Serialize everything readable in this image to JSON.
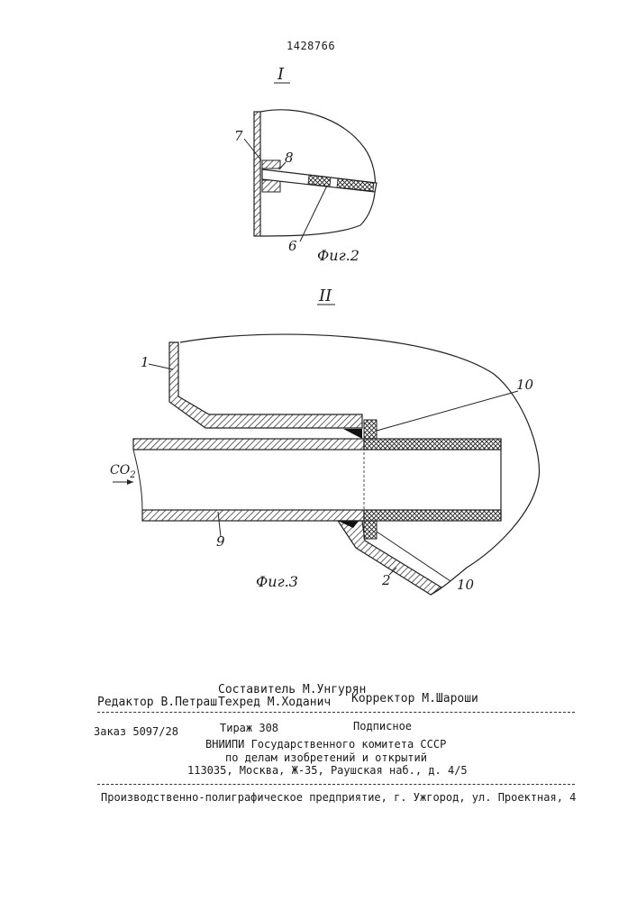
{
  "patent_number": "1428766",
  "figures": {
    "detail_I": {
      "roman": "I",
      "caption": "Фиг.2",
      "labels": {
        "l7": "7",
        "l8": "8",
        "l6": "6"
      }
    },
    "detail_II": {
      "roman": "II",
      "caption": "Фиг.3",
      "labels": {
        "l1": "1",
        "l10a": "10",
        "l10b": "10",
        "l2": "2",
        "l9": "9",
        "gas": "CO",
        "gas_sub": "2"
      }
    }
  },
  "footer": {
    "compiler": "Составитель М.Унгурян",
    "editor": "Редактор В.Петраш",
    "techred": "Техред М.Ходанич",
    "corrector": "Корректор М.Шароши",
    "order": "Заказ 5097/28",
    "circulation": "Тираж 308",
    "subscription": "Подписное",
    "org_line1": "ВНИИПИ Государственного комитета СССР",
    "org_line2": "по делам изобретений и открытий",
    "org_address": "113035, Москва, Ж-35, Раушская наб., д. 4/5",
    "printer": "Производственно-полиграфическое предприятие, г. Ужгород, ул. Проектная, 4"
  }
}
